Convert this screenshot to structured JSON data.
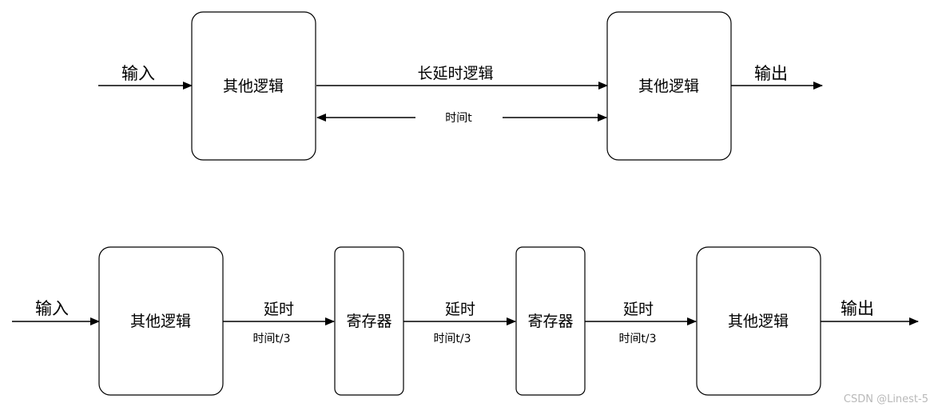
{
  "top": {
    "input_label": "输入",
    "box1_label": "其他逻辑",
    "long_delay_label": "长延时逻辑",
    "time_label": "时间t",
    "box2_label": "其他逻辑",
    "output_label": "输出"
  },
  "bottom": {
    "input_label": "输入",
    "box1_label": "其他逻辑",
    "delay1_label": "延时",
    "time1_label": "时间t/3",
    "register1_label": "寄存器",
    "delay2_label": "延时",
    "time2_label": "时间t/3",
    "register2_label": "寄存器",
    "delay3_label": "延时",
    "time3_label": "时间t/3",
    "box2_label": "其他逻辑",
    "output_label": "输出"
  },
  "watermark": "CSDN @Linest-5"
}
